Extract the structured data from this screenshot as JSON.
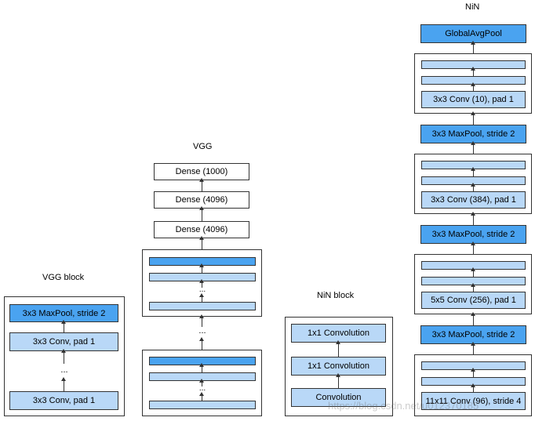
{
  "titles": {
    "vgg_block": "VGG block",
    "vgg": "VGG",
    "nin_block": "NiN block",
    "nin": "NiN"
  },
  "vgg_block": {
    "maxpool": "3x3 MaxPool, stride 2",
    "conv_top": "3x3 Conv, pad 1",
    "ellipsis": "...",
    "conv_bottom": "3x3 Conv, pad 1"
  },
  "vgg": {
    "dense1": "Dense (1000)",
    "dense2": "Dense (4096)",
    "dense3": "Dense (4096)",
    "ellipsis_inner": "...",
    "ellipsis_mid": "...",
    "ellipsis_low": "..."
  },
  "nin_block": {
    "conv1": "1x1 Convolution",
    "conv2": "1x1 Convolution",
    "conv3": "Convolution"
  },
  "nin": {
    "gap": "GlobalAvgPool",
    "block4_conv": "3x3 Conv (10), pad 1",
    "maxpool3": "3x3 MaxPool, stride 2",
    "block3_conv": "3x3 Conv (384), pad 1",
    "maxpool2": "3x3 MaxPool, stride 2",
    "block2_conv": "5x5 Conv (256), pad 1",
    "maxpool1": "3x3 MaxPool, stride 2",
    "block1_conv": "11x11 Conv (96), stride 4"
  },
  "watermark": "https://blog.csdn.net/u012370185",
  "colors": {
    "light_blue": "#b9d8f7",
    "dark_blue": "#4aa3f0"
  }
}
